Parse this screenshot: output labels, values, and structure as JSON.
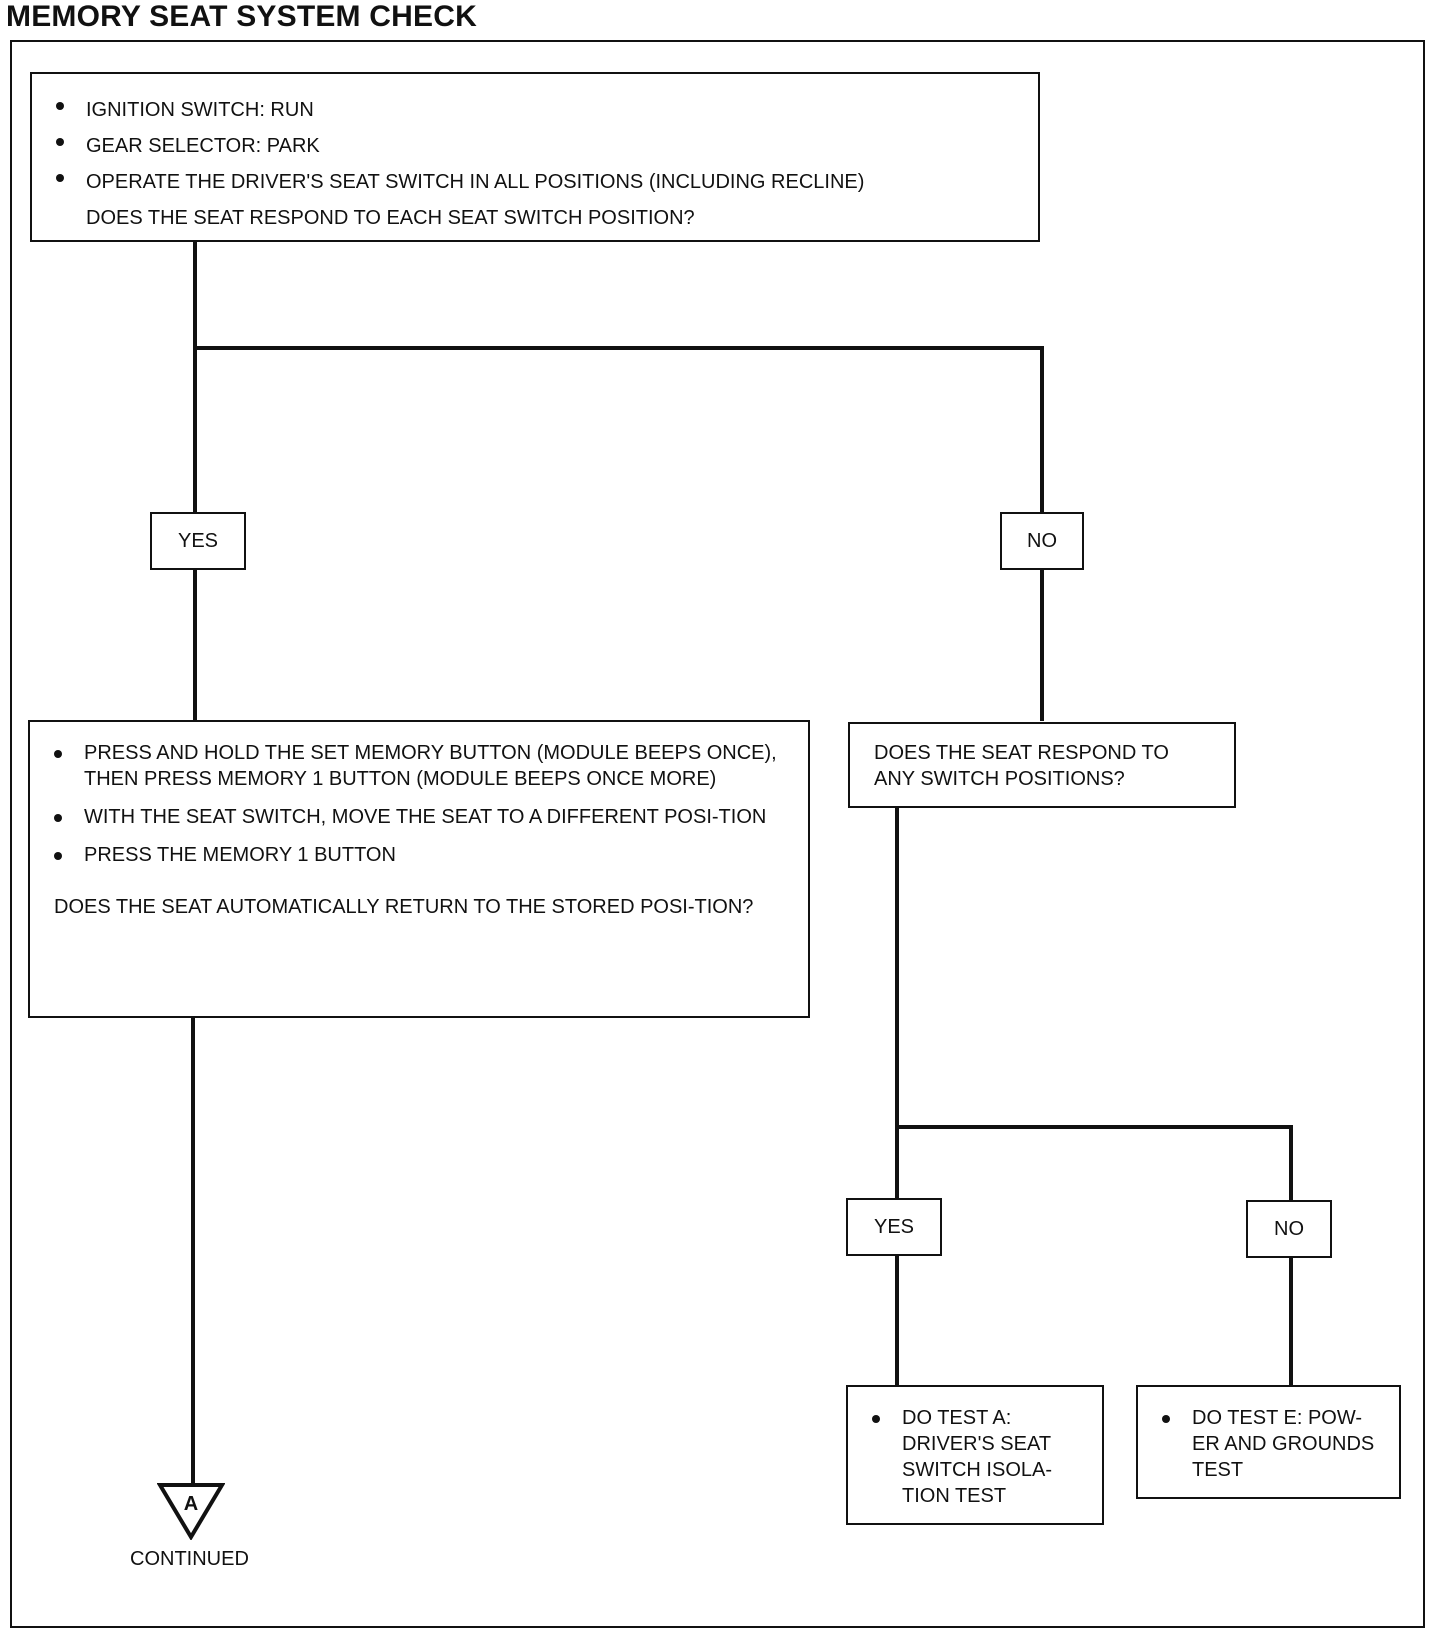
{
  "title": "MEMORY SEAT SYSTEM CHECK",
  "start_box": {
    "bullets": [
      "IGNITION SWITCH: RUN",
      "GEAR SELECTOR: PARK",
      "OPERATE THE DRIVER'S SEAT SWITCH IN ALL POSITIONS (INCLUDING RECLINE)"
    ],
    "question": "DOES THE SEAT RESPOND TO EACH SEAT SWITCH POSITION?"
  },
  "branch1": {
    "yes_label": "YES",
    "no_label": "NO"
  },
  "memory_box": {
    "bullets": [
      "PRESS AND HOLD THE SET MEMORY BUTTON (MODULE BEEPS ONCE), THEN PRESS MEMORY 1 BUTTON (MODULE BEEPS ONCE MORE)",
      "WITH THE SEAT SWITCH, MOVE THE SEAT TO A DIFFERENT POSI-TION",
      "PRESS THE MEMORY 1 BUTTON"
    ],
    "question": "DOES THE SEAT AUTOMATICALLY RETURN TO THE STORED POSI-TION?"
  },
  "any_switch_box": {
    "question": "DOES THE SEAT RESPOND TO ANY SWITCH POSITIONS?"
  },
  "branch2": {
    "yes_label": "YES",
    "no_label": "NO"
  },
  "test_a_box": {
    "text": "DO TEST A: DRIVER'S SEAT SWITCH ISOLA-TION TEST"
  },
  "test_e_box": {
    "text": "DO TEST E: POW-ER AND GROUNDS TEST"
  },
  "connector": {
    "letter": "A",
    "caption": "CONTINUED"
  }
}
